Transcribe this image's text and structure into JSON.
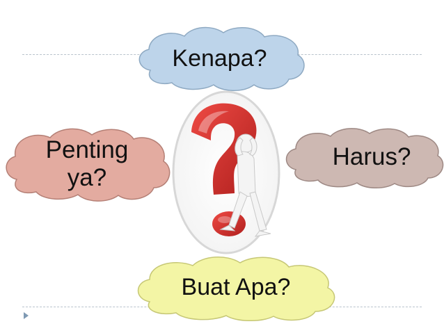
{
  "clouds": {
    "top": {
      "label": "Kenapa?",
      "fill": "#bdd4ea",
      "stroke": "#8ea9c2"
    },
    "left": {
      "label": "Penting\nya?",
      "fill": "#e3aba0",
      "stroke": "#b47f75"
    },
    "right": {
      "label": "Harus?",
      "fill": "#cdb8b2",
      "stroke": "#9d8883"
    },
    "bottom": {
      "label": "Buat Apa?",
      "fill": "#f3f5a5",
      "stroke": "#c6c775"
    }
  },
  "center_image": {
    "icon": "confused-person-question-mark-icon",
    "question_mark_color": "#d42a27",
    "oval_border_color": "#d7d7d7"
  }
}
